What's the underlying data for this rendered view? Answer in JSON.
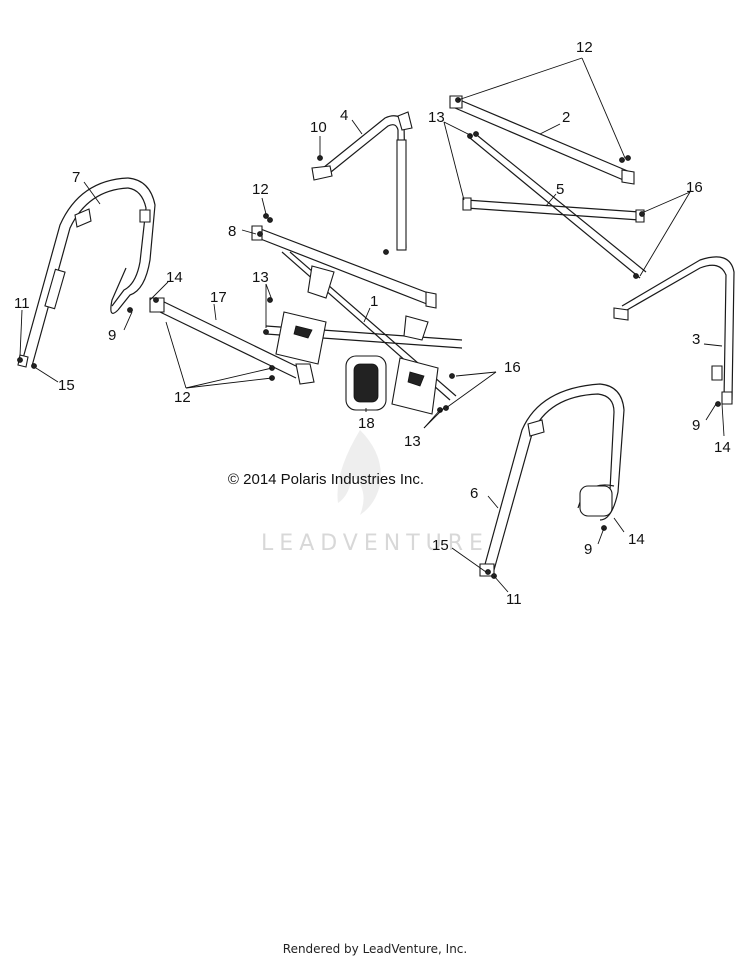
{
  "copyright": "© 2014 Polaris Industries Inc.",
  "watermark": "LEADVENTURE",
  "footer": "Rendered by LeadVenture, Inc.",
  "callouts": {
    "c12_top": "12",
    "c2": "2",
    "c13_top": "13",
    "c10": "10",
    "c4": "4",
    "c5": "5",
    "c16_top": "16",
    "c7": "7",
    "c12_mid": "12",
    "c8": "8",
    "c14_left": "14",
    "c17": "17",
    "c11_left": "11",
    "c13_mid": "13",
    "c1": "1",
    "c9_left": "9",
    "c15_left": "15",
    "c3": "3",
    "c12_low": "12",
    "c16_low": "16",
    "c18": "18",
    "c13_low": "13",
    "c9_right": "9",
    "c14_right": "14",
    "c6": "6",
    "c15_right": "15",
    "c9_low": "9",
    "c14_low": "14",
    "c11_right": "11"
  }
}
